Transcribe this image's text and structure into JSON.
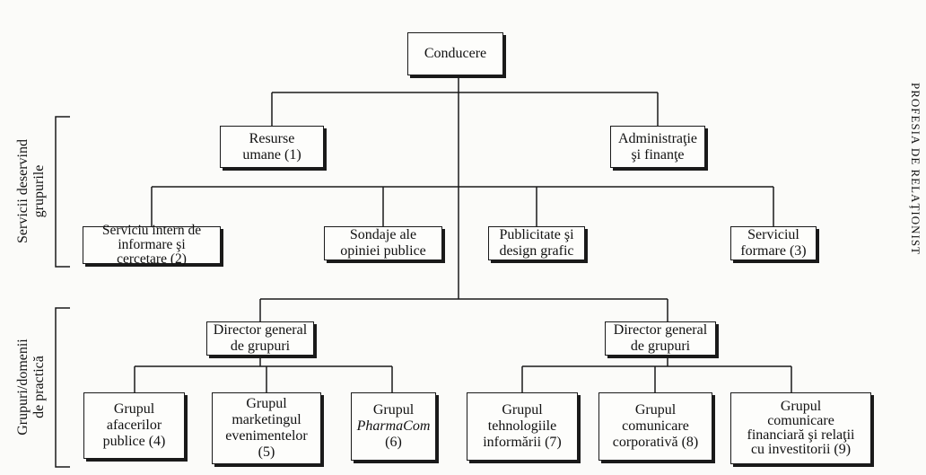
{
  "diagram": {
    "root": "Conducere",
    "services_level1": [
      {
        "id": "resurse",
        "label": "Resurse\numane (1)"
      },
      {
        "id": "admin",
        "label": "Administraţie\nşi finanţe"
      }
    ],
    "services_level2": [
      {
        "id": "serviciu",
        "label": "Serviciu intern de\ninformare şi\ncercetare (2)"
      },
      {
        "id": "sondaje",
        "label": "Sondaje ale\nopiniei publice"
      },
      {
        "id": "publicitate",
        "label": "Publicitate şi\ndesign grafic"
      },
      {
        "id": "formare",
        "label": "Serviciul\nformare (3)"
      }
    ],
    "directors": [
      {
        "id": "dir-left",
        "label": "Director general\nde grupuri"
      },
      {
        "id": "dir-right",
        "label": "Director general\nde grupuri"
      }
    ],
    "groups": [
      {
        "id": "afaceri",
        "label": "Grupul\nafacerilor\npublice (4)"
      },
      {
        "id": "marketing",
        "label": "Grupul\nmarketingul\nevenimentelor\n(5)"
      },
      {
        "id": "pharma",
        "line1": "Grupul",
        "line2": "PharmaCom",
        "line3": "(6)"
      },
      {
        "id": "tehno",
        "label": "Grupul\ntehnologiile\ninformării (7)"
      },
      {
        "id": "corporativa",
        "label": "Grupul\ncomunicare\ncorporativă (8)"
      },
      {
        "id": "financiara",
        "label": "Grupul\ncomunicare\nfinanciară şi relaţii\ncu investitorii (9)"
      }
    ],
    "side_labels": {
      "services": "Servicii deservind\ngrupurile",
      "groups": "Grupuri/domenii\nde practică"
    },
    "running_head": "PROFESIA DE RELAŢIONIST"
  }
}
